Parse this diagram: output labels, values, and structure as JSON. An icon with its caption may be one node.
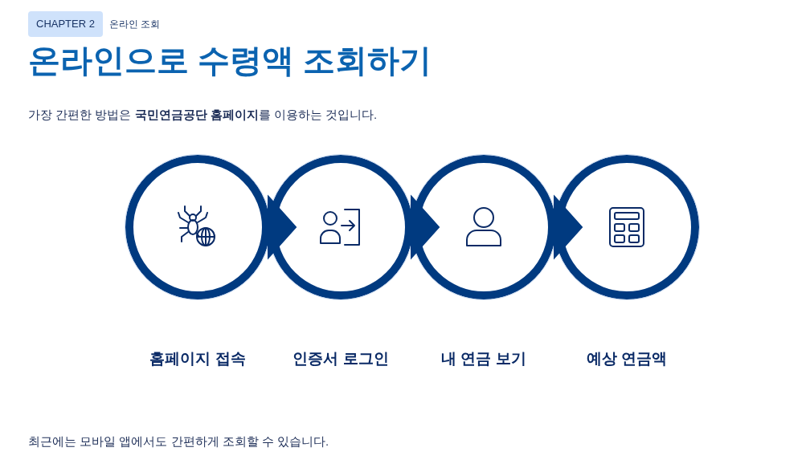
{
  "diagram": {
    "title": "온라인으로 수령액 조회하기",
    "nodes": [
      {
        "text": [
          "홈페이지 접속"
        ]
      },
      {
        "text": [
          "인증서 로그인"
        ]
      },
      {
        "text": [
          "내 연금 보기"
        ]
      },
      {
        "text": [
          "예상 연금액"
        ]
      }
    ],
    "edges": [
      {
        "from": 0,
        "to": 1,
        "arrow": "to"
      },
      {
        "from": 1,
        "to": 2,
        "arrow": "to"
      },
      {
        "from": 2,
        "to": 3,
        "arrow": "to"
      }
    ],
    "labels": [
      "CHAPTER 2",
      "온라인 조회",
      "가장 간편한 방법은 **국민연금공단 홈페이지**를 이용하는 것입니다.",
      "최근에는 모바일 앱에서도 간편하게 조회할 수 있습니다."
    ]
  }
}
